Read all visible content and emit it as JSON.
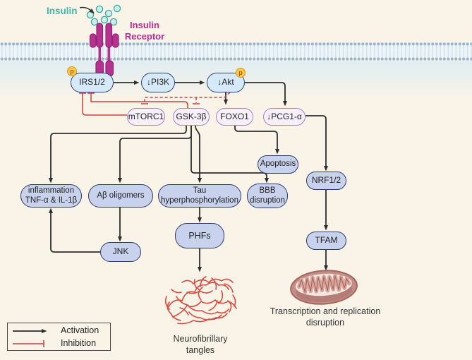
{
  "diagram": {
    "type": "insulin-signaling-pathway",
    "ligand": {
      "label": "Insulin"
    },
    "receptor": {
      "label": "Insulin\nReceptor"
    },
    "phospho_badge": "p",
    "nodes": {
      "irs12": {
        "label": "IRS1/2"
      },
      "pi3k": {
        "label": "↓PI3K"
      },
      "akt": {
        "label": "↓Akt"
      },
      "mtorc1": {
        "label": "mTORC1"
      },
      "gsk3b": {
        "label": "GSK-3β"
      },
      "foxo1": {
        "label": "FOXO1"
      },
      "pcg1a": {
        "label": "↓PCG1-α"
      },
      "apoptosis": {
        "label": "Apoptosis"
      },
      "nrf12": {
        "label": "NRF1/2"
      },
      "tfam": {
        "label": "TFAM"
      },
      "inflammation": {
        "label": "inflammation\nTNF-α & IL-1β"
      },
      "abeta": {
        "label": "Aβ oligomers"
      },
      "tau": {
        "label": "Tau\nhyperphosphorylation"
      },
      "bbb": {
        "label": "BBB\ndisruption"
      },
      "phfs": {
        "label": "PHFs"
      },
      "jnk": {
        "label": "JNK"
      }
    },
    "captions": {
      "mitochondria": "Transcription and replication\ndisruption",
      "tangles": "Neurofibrillary\ntangles"
    },
    "legend": {
      "activation": "Activation",
      "inhibition": "Inhibition"
    },
    "edges": [
      {
        "from": "IRS1/2",
        "to": "↓PI3K",
        "type": "activation"
      },
      {
        "from": "↓PI3K",
        "to": "↓Akt",
        "type": "activation"
      },
      {
        "from": "↓Akt",
        "to": "FOXO1",
        "type": "activation"
      },
      {
        "from": "↓Akt",
        "to": "↓PCG1-α",
        "type": "activation"
      },
      {
        "from": "↓Akt",
        "to": "mTORC1",
        "type": "inhibition",
        "style": "dashed"
      },
      {
        "from": "↓Akt",
        "to": "GSK-3β",
        "type": "inhibition",
        "style": "dashed"
      },
      {
        "from": "mTORC1",
        "to": "IRS1/2",
        "type": "inhibition"
      },
      {
        "from": "GSK-3β",
        "to": "IRS1/2",
        "type": "inhibition"
      },
      {
        "from": "GSK-3β",
        "to": "inflammation TNF-α & IL-1β",
        "type": "activation"
      },
      {
        "from": "GSK-3β",
        "to": "Aβ oligomers",
        "type": "activation"
      },
      {
        "from": "GSK-3β",
        "to": "Tau hyperphosphorylation",
        "type": "activation"
      },
      {
        "from": "GSK-3β",
        "to": "BBB disruption",
        "type": "activation"
      },
      {
        "from": "FOXO1",
        "to": "Apoptosis",
        "type": "activation"
      },
      {
        "from": "↓PCG1-α",
        "to": "NRF1/2",
        "type": "activation"
      },
      {
        "from": "NRF1/2",
        "to": "TFAM",
        "type": "activation"
      },
      {
        "from": "TFAM",
        "to": "mitochondria",
        "type": "activation"
      },
      {
        "from": "Aβ oligomers",
        "to": "JNK",
        "type": "activation"
      },
      {
        "from": "JNK",
        "to": "inflammation TNF-α & IL-1β",
        "type": "activation"
      },
      {
        "from": "Tau hyperphosphorylation",
        "to": "PHFs",
        "type": "activation"
      },
      {
        "from": "PHFs",
        "to": "Neurofibrillary tangles",
        "type": "activation"
      }
    ],
    "colors": {
      "background": "#faf4e8",
      "membrane_head": "#9db4c6",
      "blue_node_fill": "#d6e9f8",
      "blue_node_border": "#27476e",
      "lavender_node_fill": "#f7f0fb",
      "lavender_node_border": "#a584c9",
      "periwinkle_node_fill": "#c9d2ec",
      "periwinkle_node_border": "#2d3a66",
      "activation_line": "#2e2e2e",
      "inhibition_line": "#c4453c",
      "insulin_teal": "#45b3a8",
      "receptor_magenta": "#b5338f",
      "phospho_fill": "#f7c94b",
      "tangles_red": "#dc4a3e",
      "mitochondria_rose": "#c48e88"
    }
  }
}
